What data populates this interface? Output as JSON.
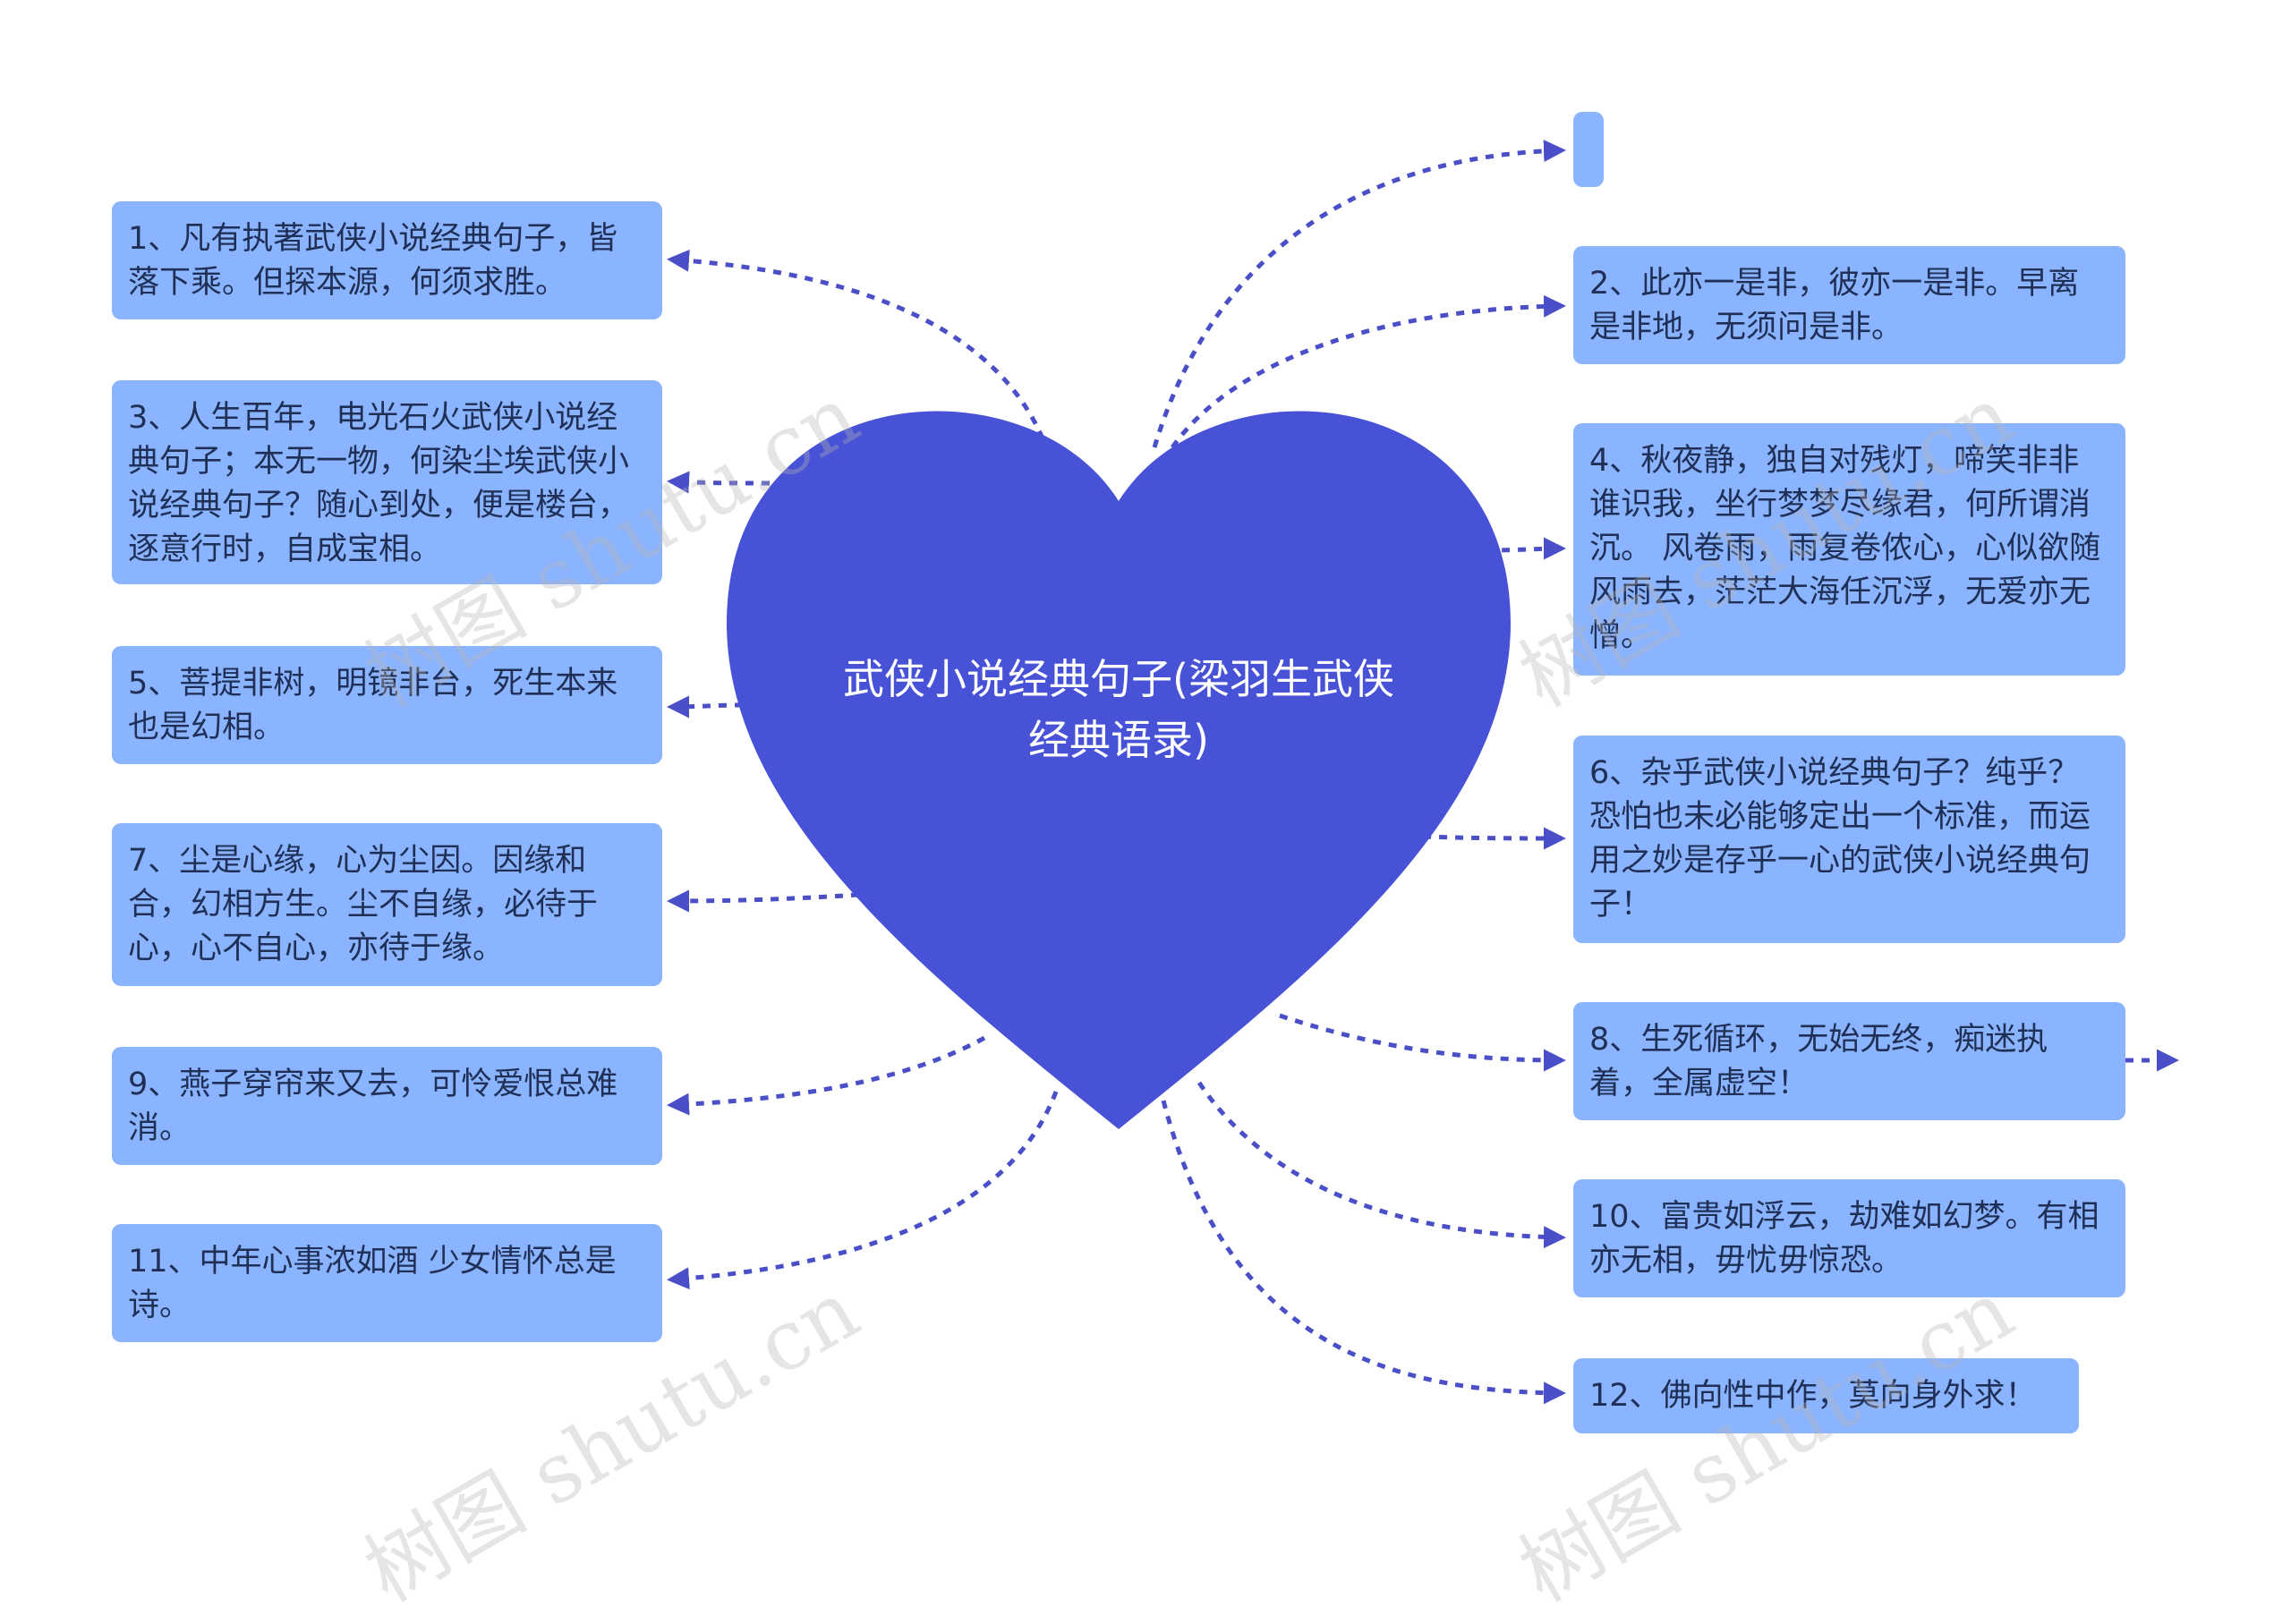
{
  "center": {
    "title": "武侠小说经典句子(梁羽生武侠经典语录)"
  },
  "colors": {
    "heart": "#4752d6",
    "node_bg": "#8ab4ff",
    "line": "#4a4fc7",
    "text": "#1f2f55"
  },
  "left_nodes": [
    "1、凡有执著武侠小说经典句子，皆落下乘。但探本源，何须求胜。",
    "3、人生百年，电光石火武侠小说经典句子；本无一物，何染尘埃武侠小说经典句子？随心到处，便是楼台，逐意行时，自成宝相。",
    "5、菩提非树，明镜非台，死生本来也是幻相。",
    "7、尘是心缘，心为尘因。因缘和合，幻相方生。尘不自缘，必待于心，心不自心，亦待于缘。",
    "9、燕子穿帘来又去，可怜爱恨总难消。",
    "11、中年心事浓如酒 少女情怀总是诗。"
  ],
  "right_nodes": [
    "",
    "2、此亦一是非，彼亦一是非。早离是非地，无须问是非。",
    "4、秋夜静，独自对残灯，啼笑非非谁识我，坐行梦梦尽缘君，何所谓消沉。 风卷雨，雨复卷侬心，心似欲随风雨去，茫茫大海任沉浮，无爱亦无憎。",
    "6、杂乎武侠小说经典句子？纯乎？恐怕也未必能够定出一个标准，而运用之妙是存乎一心的武侠小说经典句子！",
    "8、生死循环，无始无终，痴迷执着，全属虚空！",
    "10、富贵如浮云，劫难如幻梦。有相亦无相，毋忧毋惊恐。",
    "12、佛向性中作，莫向身外求！"
  ],
  "watermark": "树图 shutu.cn"
}
